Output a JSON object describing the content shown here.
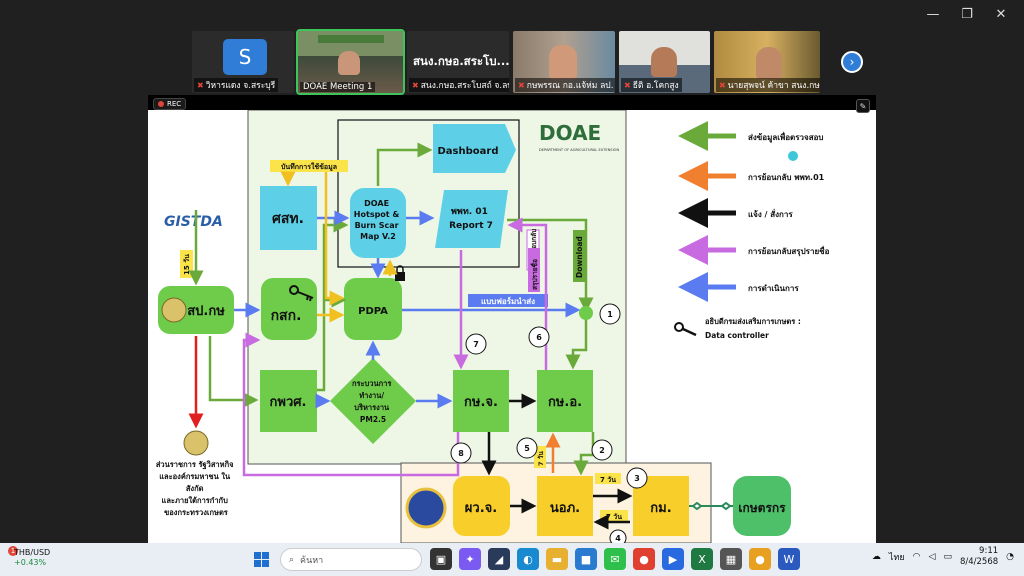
{
  "window": {
    "minimize": "—",
    "restore": "❐",
    "close": "✕"
  },
  "participants": [
    {
      "name": "วิหารแดง จ.สระบุรี",
      "avatar": "S"
    },
    {
      "name": "DOAE Meeting 1"
    },
    {
      "name": "สนง.กษอ.สระโบสถ์ จ.ลพบุรี",
      "display": "สนง.กษอ.สระโบ..."
    },
    {
      "name": "กษพรรณ กอ.แจ้ห่ม ลป."
    },
    {
      "name": "ธีติ อ.โคกสูง"
    },
    {
      "name": "นายสุพจน์ ค้าขา สนง.กษ..."
    }
  ],
  "share": {
    "rec_label": "REC",
    "diagram": {
      "logo_doae": "DOAE",
      "logo_doae_sub": "DEPARTMENT OF AGRICULTURAL EXTENSION",
      "logo_gistda": "GISTDA",
      "nodes": {
        "dashboard": "Dashboard",
        "sornsort": "ศสท.",
        "doae_hotspot": [
          "DOAE",
          "Hotspot &",
          "Burn Scar",
          "Map V.2"
        ],
        "report": [
          "พพท. 01",
          "Report 7"
        ],
        "sorporkor": "สป.กษ",
        "korsort": "กสก.",
        "pdpa": "PDPA",
        "korporwosor": "กพวศ.",
        "process": [
          "กระบวนการ",
          "ทำงาน/",
          "บริหารงาน",
          "PM2.5"
        ],
        "korsorjor": "กษ.จ.",
        "korsoror": "กษ.อ.",
        "porworjor": "ผว.จ.",
        "norkor": "นอภ.",
        "kormor": "กม.",
        "farmer": "เกษตรกร"
      },
      "labels": {
        "record_use": "บันทึกการใช้ข้อมูล",
        "fifteen_days": "15 วัน",
        "form": "แบบฟอร์มนำส่ง",
        "download": "Download",
        "return_check": "ตรวจสอบกลับ",
        "summary_names": "สรุปรายชื่อ",
        "seven_days_1": "7 วัน",
        "seven_days_2": "7 วัน",
        "seven_days_3": "7 วัน",
        "agencies": [
          "ส่วนราชการ รัฐวิสาหกิจ",
          "และองค์กรมหาชน ใน",
          "สังกัด",
          "และภายใต้การกำกับ",
          "ของกระทรวงเกษตร"
        ]
      },
      "steps": [
        "1",
        "2",
        "3",
        "4",
        "5",
        "6",
        "7",
        "8"
      ],
      "legend": [
        {
          "label": "ส่งข้อมูลเพื่อตรวจสอบ",
          "color": "#6aaa3a"
        },
        {
          "label": "การย้อนกลับ พพท.01",
          "color": "#f08030"
        },
        {
          "label": "แจ้ง / สั่งการ",
          "color": "#111111"
        },
        {
          "label": "การย้อนกลับสรุปรายชื่อ",
          "color": "#c86be0"
        },
        {
          "label": "การดำเนินการ",
          "color": "#5a7cf0"
        }
      ],
      "controller": [
        "อธิบดีกรมส่งเสริมการเกษตร :",
        "Data controller"
      ]
    }
  },
  "taskbar": {
    "stock_pair": "THB/USD",
    "stock_change": "+0.43%",
    "stock_badge": "1",
    "search_placeholder": "ค้นหา",
    "lang": "ไทย",
    "time": "9:11",
    "date": "8/4/2568"
  }
}
